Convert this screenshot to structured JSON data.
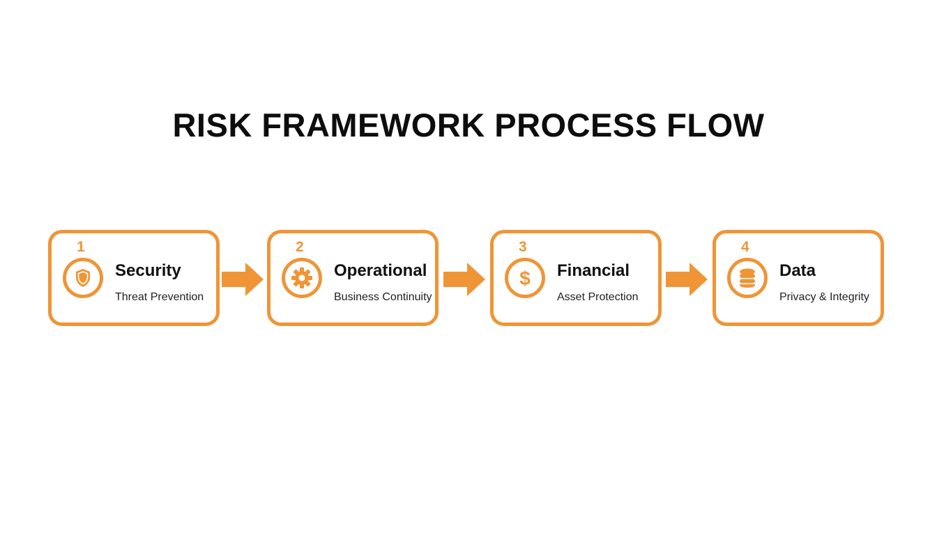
{
  "title": "RISK FRAMEWORK PROCESS FLOW",
  "colors": {
    "accent": "#ef9536",
    "text": "#111111",
    "background": "#ffffff"
  },
  "steps": [
    {
      "number": "1",
      "title": "Security",
      "subtitle": "Threat Prevention",
      "icon": "shield-icon"
    },
    {
      "number": "2",
      "title": "Operational",
      "subtitle": "Business Continuity",
      "icon": "gear-icon"
    },
    {
      "number": "3",
      "title": "Financial",
      "subtitle": "Asset Protection",
      "icon": "dollar-icon"
    },
    {
      "number": "4",
      "title": "Data",
      "subtitle": "Privacy & Integrity",
      "icon": "database-icon"
    }
  ]
}
